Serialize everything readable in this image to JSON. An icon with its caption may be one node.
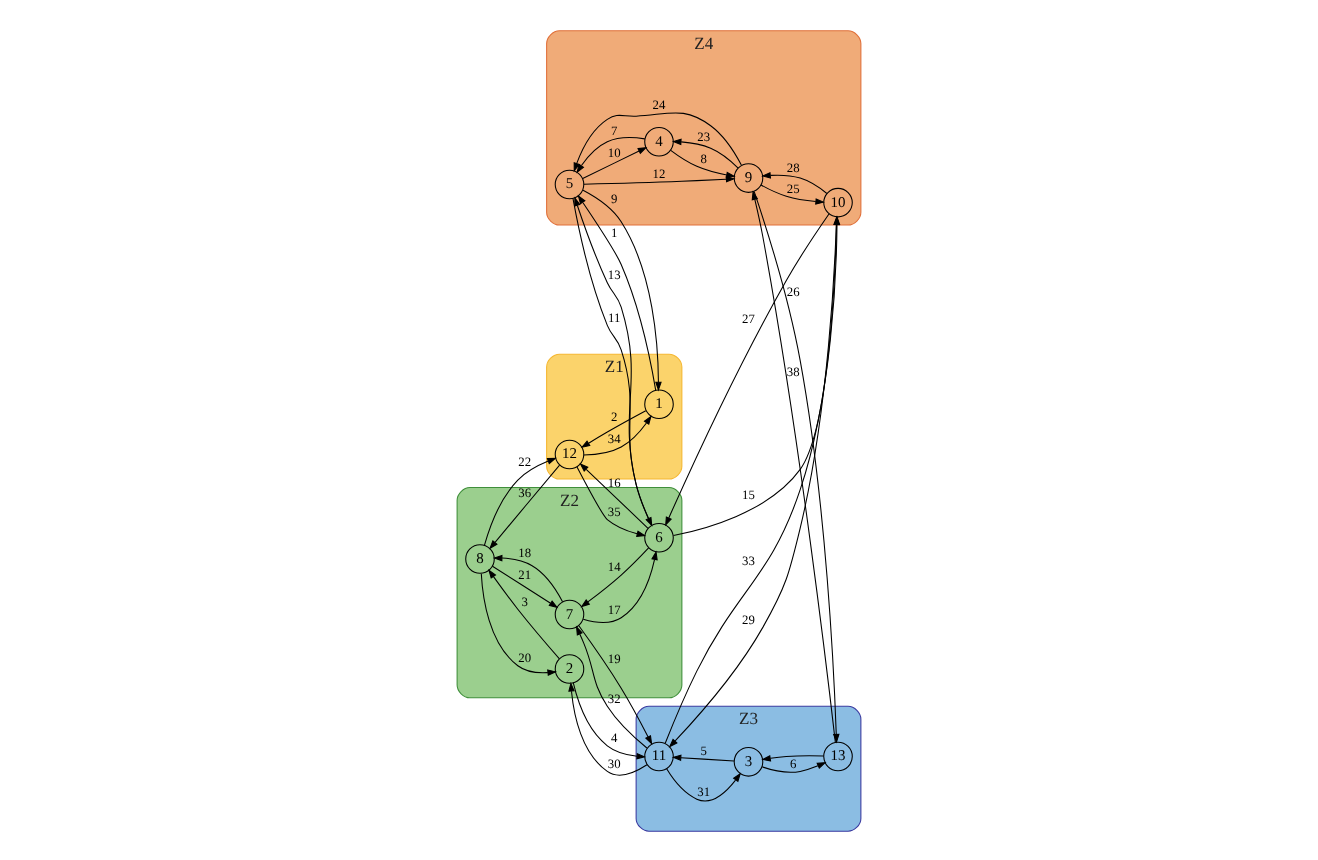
{
  "diagram": {
    "nodes": [
      {
        "text": [
          "Z1"
        ]
      },
      {
        "text": [
          "12"
        ],
        "in": 0
      },
      {
        "text": [
          "1"
        ],
        "in": 0
      },
      {
        "text": [
          "Z2"
        ]
      },
      {
        "text": [
          "8"
        ],
        "in": 3
      },
      {
        "text": [
          "6"
        ],
        "in": 3
      },
      {
        "text": [
          "7"
        ],
        "in": 3
      },
      {
        "text": [
          "2"
        ],
        "in": 3
      },
      {
        "text": [
          "Z4"
        ]
      },
      {
        "text": [
          "5"
        ],
        "in": 8
      },
      {
        "text": [
          "10"
        ],
        "in": 8
      },
      {
        "text": [
          "4"
        ],
        "in": 8
      },
      {
        "text": [
          "9"
        ],
        "in": 8
      },
      {
        "text": [
          "Z3"
        ]
      },
      {
        "text": [
          "11"
        ],
        "in": 13
      },
      {
        "text": [
          "13"
        ],
        "in": 13
      },
      {
        "text": [
          "3"
        ],
        "in": 13
      }
    ],
    "edges": [
      {
        "from": 1,
        "to": 2,
        "arrow": "to",
        "label": "34"
      },
      {
        "from": 2,
        "to": 1,
        "arrow": "to",
        "label": "2"
      },
      {
        "from": 5,
        "to": 1,
        "arrow": "to",
        "label": "16"
      },
      {
        "from": 1,
        "to": 5,
        "arrow": "to",
        "label": "35"
      },
      {
        "from": 4,
        "to": 1,
        "arrow": "to",
        "label": "22"
      },
      {
        "from": 1,
        "to": 4,
        "arrow": "to",
        "label": "36"
      },
      {
        "from": 9,
        "to": 2,
        "arrow": "to",
        "label": "9"
      },
      {
        "from": 2,
        "to": 9,
        "arrow": "to",
        "label": "1"
      },
      {
        "from": 4,
        "to": 6,
        "arrow": "to",
        "label": "21"
      },
      {
        "from": 6,
        "to": 4,
        "arrow": "to",
        "label": "18"
      },
      {
        "from": 4,
        "to": 7,
        "arrow": "to",
        "label": "20"
      },
      {
        "from": 7,
        "to": 4,
        "arrow": "to",
        "label": "3"
      },
      {
        "from": 6,
        "to": 5,
        "arrow": "to",
        "label": "17"
      },
      {
        "from": 5,
        "to": 6,
        "arrow": "to",
        "label": "14"
      },
      {
        "from": 5,
        "to": 9,
        "arrow": "to",
        "label": "13"
      },
      {
        "from": 9,
        "to": 5,
        "arrow": "to",
        "label": "11"
      },
      {
        "from": 5,
        "to": 10,
        "arrow": "to",
        "label": "15"
      },
      {
        "from": 10,
        "to": 5,
        "arrow": "to",
        "label": "27"
      },
      {
        "from": 6,
        "to": 14,
        "arrow": "to",
        "label": "19"
      },
      {
        "from": 14,
        "to": 6,
        "arrow": "to",
        "label": "32"
      },
      {
        "from": 14,
        "to": 10,
        "arrow": "to",
        "label": "33"
      },
      {
        "from": 10,
        "to": 14,
        "arrow": "to",
        "label": "29"
      },
      {
        "from": 7,
        "to": 14,
        "arrow": "to",
        "label": "4"
      },
      {
        "from": 14,
        "to": 7,
        "arrow": "to",
        "label": "30"
      },
      {
        "from": 14,
        "to": 16,
        "arrow": "to",
        "label": "31"
      },
      {
        "from": 16,
        "to": 14,
        "arrow": "to",
        "label": "5"
      },
      {
        "from": 9,
        "to": 11,
        "arrow": "to",
        "label": "10"
      },
      {
        "from": 11,
        "to": 9,
        "arrow": "to",
        "label": "7"
      },
      {
        "from": 12,
        "to": 9,
        "arrow": "to",
        "label": "24"
      },
      {
        "from": 9,
        "to": 12,
        "arrow": "to",
        "label": "12"
      },
      {
        "from": 10,
        "to": 12,
        "arrow": "to",
        "label": "28"
      },
      {
        "from": 12,
        "to": 10,
        "arrow": "to",
        "label": "25"
      },
      {
        "from": 12,
        "to": 11,
        "arrow": "to",
        "label": "23"
      },
      {
        "from": 11,
        "to": 12,
        "arrow": "to",
        "label": "8"
      },
      {
        "from": 15,
        "to": 12,
        "arrow": "to",
        "label": "38"
      },
      {
        "from": 12,
        "to": 15,
        "arrow": "to",
        "label": "26"
      },
      {
        "from": 16,
        "to": 15,
        "arrow": "to",
        "label": "6"
      },
      {
        "from": 15,
        "to": 16,
        "arrow": "to"
      }
    ]
  }
}
